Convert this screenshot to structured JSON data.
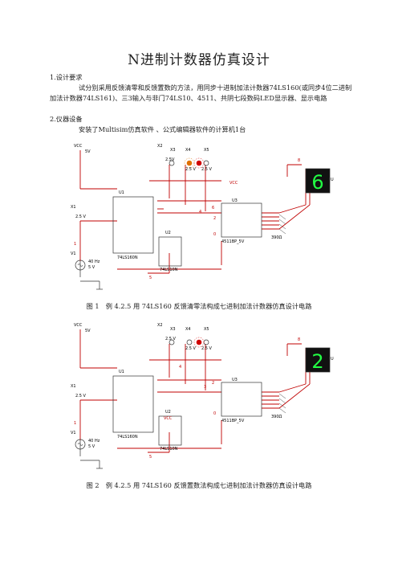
{
  "title": "N进制计数器仿真设计",
  "sections": [
    {
      "heading": "1.设计要求",
      "body": "试分别采用反馈清零和反馈置数的方法，用同步十进制加法计数器74LS160(或同步4位二进制加法计数器74LS161)、三3输入与非门74LS10、4511、共阴七段数码LED显示器、显示电路"
    },
    {
      "heading": "2.仪器设备",
      "body": "安装了Multisim仿真软件 、公式编辑器软件的计算机1台"
    }
  ],
  "figures": [
    {
      "caption": "图 1　例 4.2.5 用 74LS160 反馈清零法构成七进制加法计数器仿真设计电路",
      "display_digit": "6",
      "labels": {
        "vcc": "VCC",
        "vcc_v": "5V",
        "x1": "X1",
        "x2": "X2",
        "x3": "X3",
        "x4": "X4",
        "x5": "X5",
        "v_x1": "2.5 V",
        "v_x3": "2.5V",
        "v_x4": "2.5 V",
        "v_x5": "2.5 V",
        "v1": "V1",
        "v1_f": "40 Hz",
        "v1_a": "5 V",
        "u1": "U1",
        "u1_part": "74LS160N",
        "u2": "U2",
        "u2_part": "74LS10N",
        "u3": "U3",
        "u3_part": "4511BP_5V",
        "u4": "U4",
        "r": "390Ω",
        "vcc_net": "VCC",
        "n1": "1",
        "n4": "4",
        "n5": "5",
        "n8": "8",
        "n0": "0",
        "n6": "6",
        "n2": "2"
      }
    },
    {
      "caption": "图 2　例 4.2.5 用 74LS160 反馈置数法构成七进制加法计数器仿真设计电路",
      "display_digit": "2",
      "labels": {
        "vcc": "VCC",
        "vcc_v": "5V",
        "x1": "X1",
        "x2": "X2",
        "x3": "X3",
        "x4": "X4",
        "x5": "X5",
        "v_x1": "2.5 V",
        "v_x3": "2.5 V",
        "v_x4": "2.5 V",
        "v_x5": "2.5 V",
        "v1": "V1",
        "v1_f": "40 Hz",
        "v1_a": "5 V",
        "u1": "U1",
        "u1_part": "74LS160N",
        "u2": "U2",
        "u2_part": "74LS10N",
        "u3": "U3",
        "u3_part": "4511BP_5V",
        "u4": "U4",
        "r": "390Ω",
        "vcc_net": "VCC",
        "n1": "1",
        "n4": "4",
        "n5": "5",
        "n8": "8",
        "n0": "0",
        "n3": "3",
        "n2": "2"
      }
    }
  ]
}
